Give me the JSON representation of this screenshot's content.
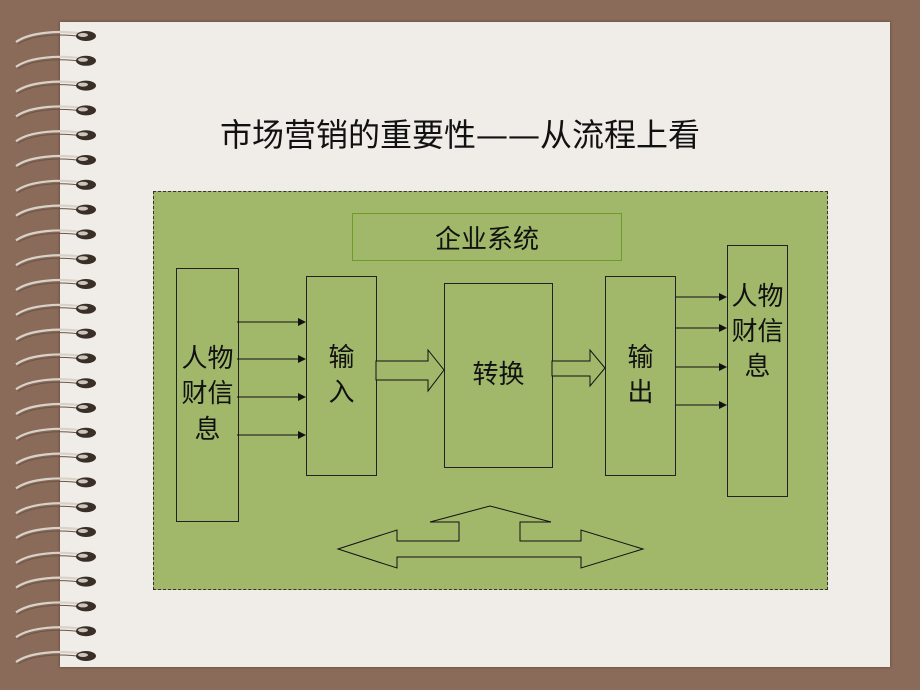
{
  "slide": {
    "title": "市场营销的重要性——从流程上看"
  },
  "diagram": {
    "enterprise_label": "企业系统",
    "left_resource_label": "人物财信息",
    "input_label": "输入",
    "transform_label": "转换",
    "output_label": "输出",
    "right_resource_label": "人物财信息"
  },
  "colors": {
    "background": "#8a6a58",
    "paper": "#f0ece7",
    "diagram_fill": "#a1b86a",
    "enterprise_border": "#6d9c2a"
  }
}
